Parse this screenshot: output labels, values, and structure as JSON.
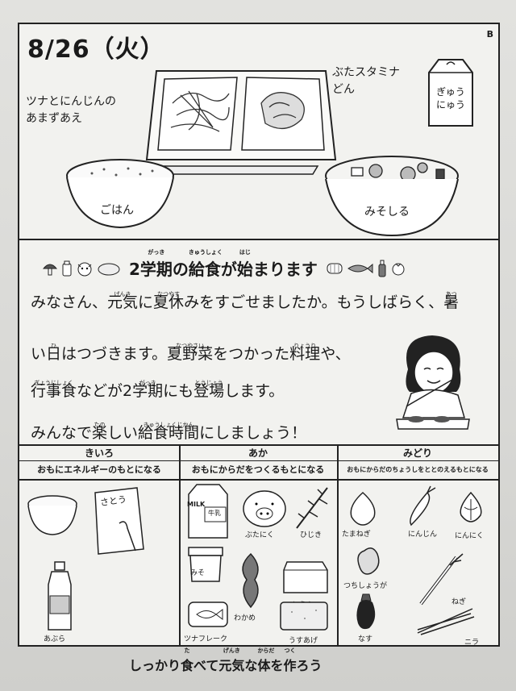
{
  "header": {
    "date": "8/26（火）",
    "corner_mark": "B"
  },
  "menu": {
    "side_dish": [
      "ツナとにんじんの",
      "あまずあえ"
    ],
    "main_dish": [
      "ぶたスタミナ",
      "どん"
    ],
    "milk": [
      "ぎゅう",
      "にゅう"
    ],
    "rice": "ごはん",
    "soup": "みそしる"
  },
  "notice": {
    "title": {
      "pre": "2",
      "parts": [
        {
          "base": "学期",
          "ruby": "がっき"
        },
        {
          "base": "の"
        },
        {
          "base": "給食",
          "ruby": "きゅうしょく"
        },
        {
          "base": "が"
        },
        {
          "base": "始",
          "ruby": "はじ"
        },
        {
          "base": "まります"
        }
      ]
    },
    "lines": [
      [
        {
          "base": "みなさん、"
        },
        {
          "base": "元気",
          "ruby": "げんき"
        },
        {
          "base": "に"
        },
        {
          "base": "夏休",
          "ruby": "なつやす"
        },
        {
          "base": "みをすごせましたか。もうしばらく、"
        },
        {
          "base": "暑",
          "ruby": "あつ"
        }
      ],
      [
        {
          "base": "い"
        },
        {
          "base": "日",
          "ruby": "ひ"
        },
        {
          "base": "はつづきます。"
        },
        {
          "base": "夏野菜",
          "ruby": "なつやさい"
        },
        {
          "base": "をつかった"
        },
        {
          "base": "料理",
          "ruby": "りょうり"
        },
        {
          "base": "や、"
        }
      ],
      [
        {
          "base": "行事食",
          "ruby": "ぎょうじしょく"
        },
        {
          "base": "などが2"
        },
        {
          "base": "学期",
          "ruby": "がっき"
        },
        {
          "base": "にも"
        },
        {
          "base": "登場",
          "ruby": "とうじょう"
        },
        {
          "base": "します。"
        }
      ],
      [
        {
          "base": "みんなで"
        },
        {
          "base": "楽",
          "ruby": "たの"
        },
        {
          "base": "しい"
        },
        {
          "base": "給食時間",
          "ruby": "きゅうしょくじかん"
        },
        {
          "base": "にしましょう！"
        }
      ]
    ]
  },
  "groups": [
    {
      "name": "きいろ",
      "desc": "おもにエネルギーのもとになる",
      "foods": [
        "さとう",
        "あぶら"
      ]
    },
    {
      "name": "あか",
      "desc": "おもにからだをつくるもとになる",
      "foods": [
        "MILK",
        "牛乳",
        "ぶたにく",
        "ひじき",
        "みそ",
        "わかめ",
        "とうふ",
        "ツナフレーク",
        "うすあげ"
      ]
    },
    {
      "name": "みどり",
      "desc": "おもにからだのちょうしをととのえるもとになる",
      "foods": [
        "たまねぎ",
        "にんじん",
        "にんにく",
        "つちしょうが",
        "ねぎ",
        "なす",
        "ニラ"
      ]
    }
  ],
  "footer": {
    "parts": [
      {
        "base": "しっかり"
      },
      {
        "base": "食",
        "ruby": "た"
      },
      {
        "base": "べて"
      },
      {
        "base": "元気",
        "ruby": "げんき"
      },
      {
        "base": "な"
      },
      {
        "base": "体",
        "ruby": "からだ"
      },
      {
        "base": "を"
      },
      {
        "base": "作",
        "ruby": "つく"
      },
      {
        "base": "ろう"
      }
    ]
  }
}
